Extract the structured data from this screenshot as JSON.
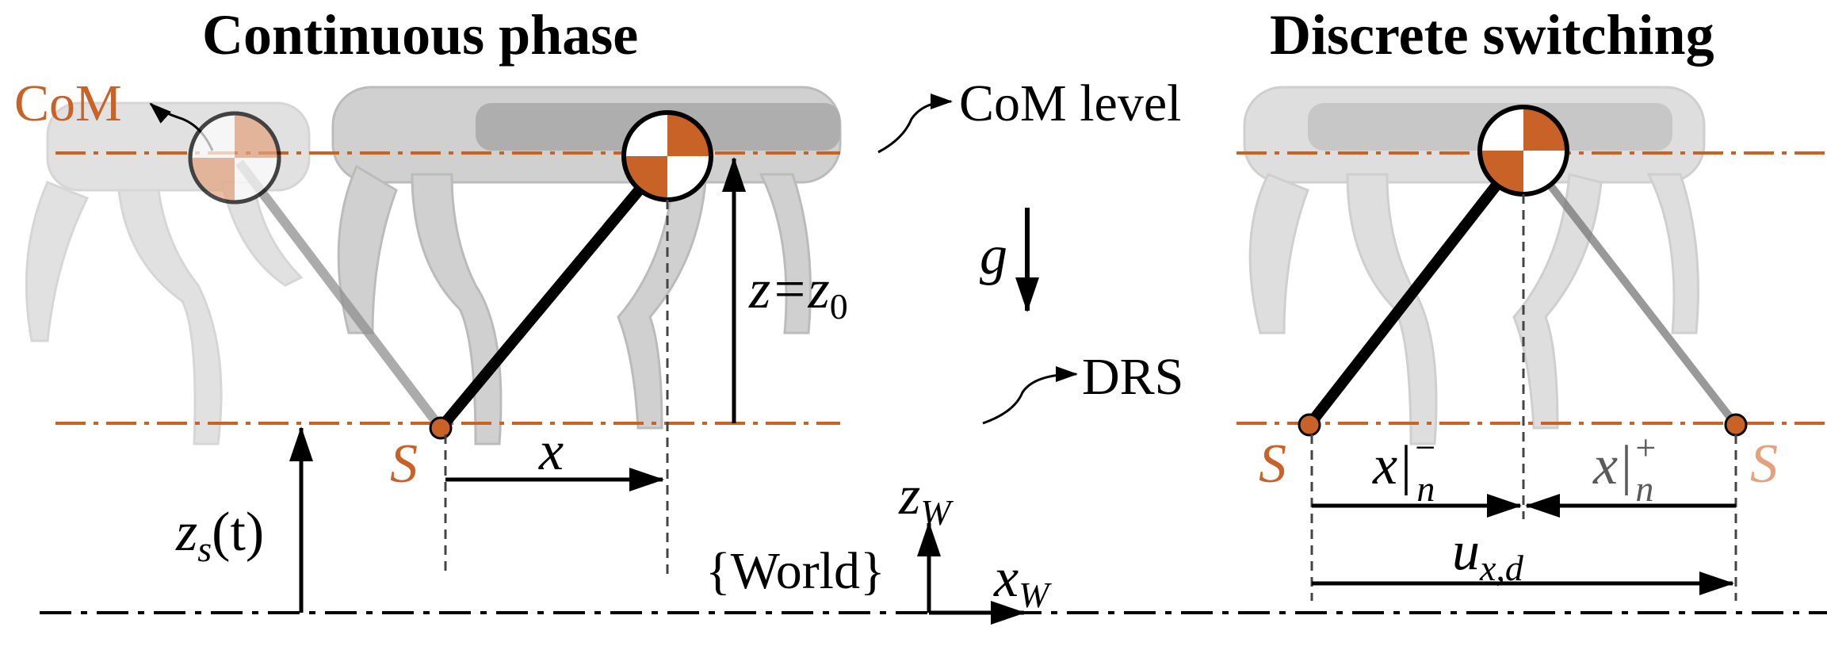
{
  "colors": {
    "orange": "#c96227",
    "orange_light": "#e3a27c",
    "robot_gray": "#b9b9b9",
    "robot_dark": "#6f6f6f",
    "line": "#000000"
  },
  "titles": {
    "left": "Continuous phase",
    "right": "Discrete switching"
  },
  "labels": {
    "com": "CoM",
    "com_level": "CoM level",
    "drs": "DRS",
    "world": "{World}",
    "gravity": "g",
    "stance_left": "S",
    "stance_right_a": "S",
    "stance_right_b": "S"
  },
  "math": {
    "x": "x",
    "z_eq": "z=",
    "z0_base": "z",
    "z0_sub": "0",
    "zs_base": "z",
    "zs_sub": "s",
    "zs_arg": "(t)",
    "zw_base": "z",
    "zw_sub": "W",
    "xw_base": "x",
    "xw_sub": "W",
    "x_minus_base": "x|",
    "x_minus_sup": "−",
    "x_minus_sub": "n",
    "x_plus_base": "x|",
    "x_plus_sup": "+",
    "x_plus_sub": "n",
    "u_base": "u",
    "u_sub": "x,d"
  },
  "icons": {
    "com_marker": "com-marker-icon",
    "robot": "quadruped-robot-icon"
  }
}
